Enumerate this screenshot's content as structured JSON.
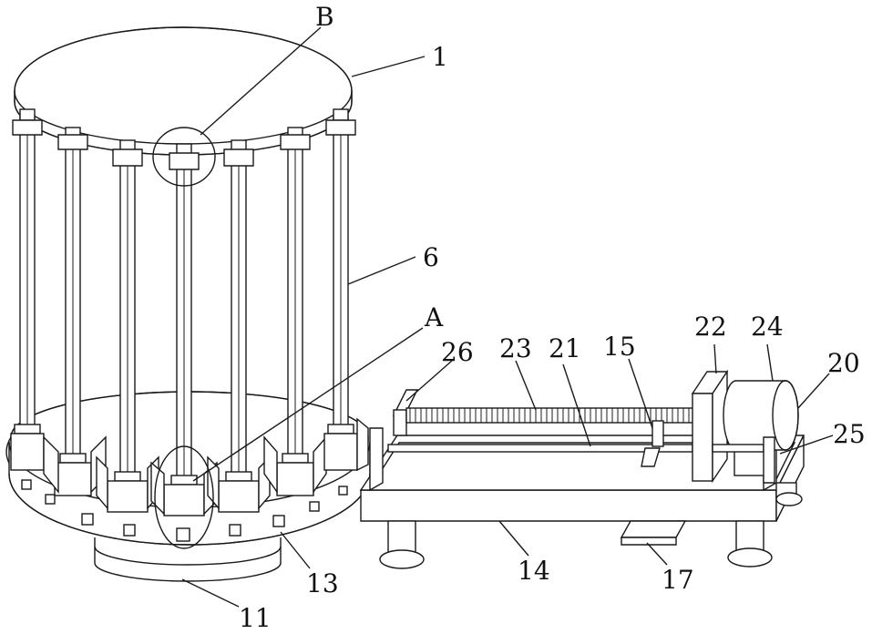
{
  "labels": {
    "l1": "1",
    "l6": "6",
    "l11": "11",
    "l13": "13",
    "l14": "14",
    "l15": "15",
    "l17": "17",
    "l20": "20",
    "l21": "21",
    "l22": "22",
    "l23": "23",
    "l24": "24",
    "l25": "25",
    "l26": "26",
    "lA": "A",
    "lB": "B"
  }
}
